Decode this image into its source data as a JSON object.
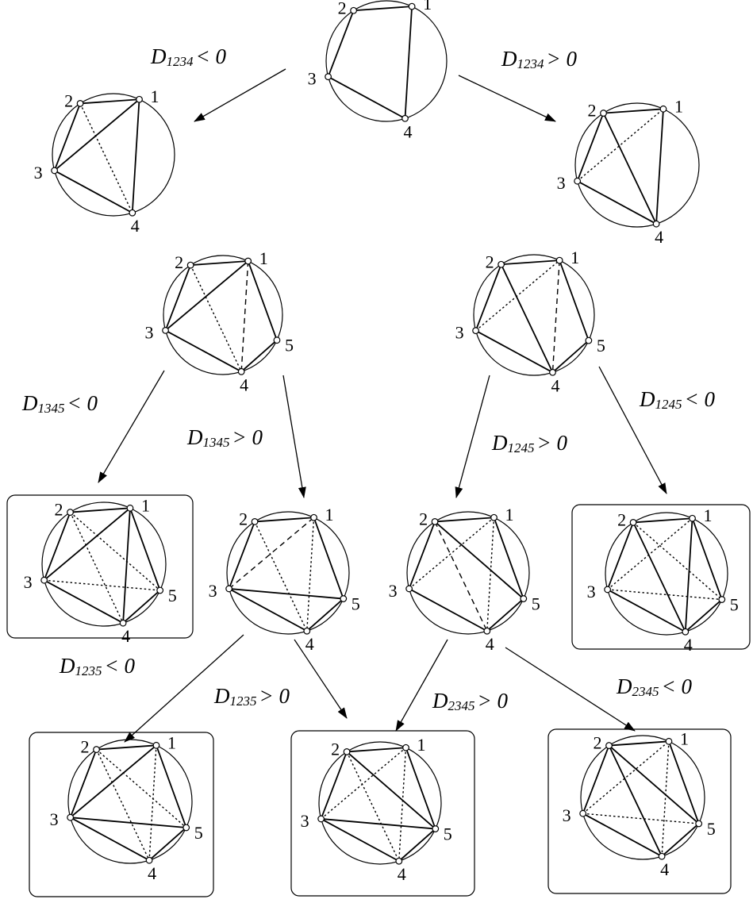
{
  "vertex_labels": {
    "1": "1",
    "2": "2",
    "3": "3",
    "4": "4",
    "5": "5"
  },
  "line_styles": [
    "solid",
    "dotted",
    "dashed"
  ],
  "nodes": [
    {
      "id": "root",
      "boxed": false,
      "vertices": [
        "1",
        "2",
        "3",
        "4"
      ],
      "edges": [
        [
          "2",
          "1",
          "solid"
        ],
        [
          "2",
          "3",
          "solid"
        ],
        [
          "1",
          "4",
          "solid"
        ],
        [
          "3",
          "4",
          "solid"
        ]
      ]
    },
    {
      "id": "left-4",
      "boxed": false,
      "vertices": [
        "1",
        "2",
        "3",
        "4"
      ],
      "edges": [
        [
          "2",
          "1",
          "solid"
        ],
        [
          "2",
          "3",
          "solid"
        ],
        [
          "1",
          "4",
          "solid"
        ],
        [
          "3",
          "4",
          "solid"
        ],
        [
          "3",
          "1",
          "solid"
        ],
        [
          "2",
          "4",
          "dotted"
        ]
      ]
    },
    {
      "id": "right-4",
      "boxed": false,
      "vertices": [
        "1",
        "2",
        "3",
        "4"
      ],
      "edges": [
        [
          "2",
          "1",
          "solid"
        ],
        [
          "2",
          "3",
          "solid"
        ],
        [
          "1",
          "4",
          "solid"
        ],
        [
          "3",
          "4",
          "solid"
        ],
        [
          "2",
          "4",
          "solid"
        ],
        [
          "3",
          "1",
          "dotted"
        ]
      ]
    },
    {
      "id": "mid-left-5",
      "boxed": false,
      "vertices": [
        "1",
        "2",
        "3",
        "4",
        "5"
      ],
      "edges": [
        [
          "2",
          "1",
          "solid"
        ],
        [
          "2",
          "3",
          "solid"
        ],
        [
          "3",
          "1",
          "solid"
        ],
        [
          "3",
          "4",
          "solid"
        ],
        [
          "1",
          "5",
          "solid"
        ],
        [
          "5",
          "4",
          "solid"
        ],
        [
          "2",
          "4",
          "dotted"
        ],
        [
          "1",
          "4",
          "dashed"
        ]
      ]
    },
    {
      "id": "mid-right-5",
      "boxed": false,
      "vertices": [
        "1",
        "2",
        "3",
        "4",
        "5"
      ],
      "edges": [
        [
          "2",
          "1",
          "solid"
        ],
        [
          "2",
          "3",
          "solid"
        ],
        [
          "2",
          "4",
          "solid"
        ],
        [
          "3",
          "4",
          "solid"
        ],
        [
          "1",
          "5",
          "solid"
        ],
        [
          "5",
          "4",
          "solid"
        ],
        [
          "3",
          "1",
          "dotted"
        ],
        [
          "1",
          "4",
          "dashed"
        ]
      ]
    },
    {
      "id": "row3-a",
      "boxed": true,
      "vertices": [
        "1",
        "2",
        "3",
        "4",
        "5"
      ],
      "edges": [
        [
          "2",
          "1",
          "solid"
        ],
        [
          "2",
          "3",
          "solid"
        ],
        [
          "3",
          "1",
          "solid"
        ],
        [
          "3",
          "4",
          "solid"
        ],
        [
          "1",
          "5",
          "solid"
        ],
        [
          "5",
          "4",
          "solid"
        ],
        [
          "1",
          "4",
          "solid"
        ],
        [
          "2",
          "4",
          "dotted"
        ],
        [
          "2",
          "5",
          "dotted"
        ],
        [
          "3",
          "5",
          "dotted"
        ]
      ]
    },
    {
      "id": "row3-b",
      "boxed": false,
      "vertices": [
        "1",
        "2",
        "3",
        "4",
        "5"
      ],
      "edges": [
        [
          "2",
          "1",
          "solid"
        ],
        [
          "2",
          "3",
          "solid"
        ],
        [
          "3",
          "4",
          "solid"
        ],
        [
          "3",
          "5",
          "solid"
        ],
        [
          "1",
          "5",
          "solid"
        ],
        [
          "5",
          "4",
          "solid"
        ],
        [
          "2",
          "4",
          "dotted"
        ],
        [
          "1",
          "4",
          "dotted"
        ],
        [
          "3",
          "1",
          "dashed"
        ]
      ]
    },
    {
      "id": "row3-c",
      "boxed": false,
      "vertices": [
        "1",
        "2",
        "3",
        "4",
        "5"
      ],
      "edges": [
        [
          "2",
          "1",
          "solid"
        ],
        [
          "2",
          "3",
          "solid"
        ],
        [
          "3",
          "4",
          "solid"
        ],
        [
          "2",
          "5",
          "solid"
        ],
        [
          "1",
          "5",
          "solid"
        ],
        [
          "5",
          "4",
          "solid"
        ],
        [
          "3",
          "1",
          "dotted"
        ],
        [
          "1",
          "4",
          "dotted"
        ],
        [
          "2",
          "4",
          "dashed"
        ]
      ]
    },
    {
      "id": "row3-d",
      "boxed": true,
      "vertices": [
        "1",
        "2",
        "3",
        "4",
        "5"
      ],
      "edges": [
        [
          "2",
          "1",
          "solid"
        ],
        [
          "2",
          "3",
          "solid"
        ],
        [
          "3",
          "4",
          "solid"
        ],
        [
          "2",
          "4",
          "solid"
        ],
        [
          "1",
          "5",
          "solid"
        ],
        [
          "5",
          "4",
          "solid"
        ],
        [
          "1",
          "4",
          "solid"
        ],
        [
          "3",
          "1",
          "dotted"
        ],
        [
          "3",
          "5",
          "dotted"
        ],
        [
          "2",
          "5",
          "dotted"
        ]
      ]
    },
    {
      "id": "row4-a",
      "boxed": true,
      "vertices": [
        "1",
        "2",
        "3",
        "4",
        "5"
      ],
      "edges": [
        [
          "2",
          "1",
          "solid"
        ],
        [
          "2",
          "3",
          "solid"
        ],
        [
          "3",
          "1",
          "solid"
        ],
        [
          "3",
          "4",
          "solid"
        ],
        [
          "3",
          "5",
          "solid"
        ],
        [
          "1",
          "5",
          "solid"
        ],
        [
          "5",
          "4",
          "solid"
        ],
        [
          "2",
          "4",
          "dotted"
        ],
        [
          "1",
          "4",
          "dotted"
        ],
        [
          "2",
          "5",
          "dotted"
        ]
      ]
    },
    {
      "id": "row4-b",
      "boxed": true,
      "vertices": [
        "1",
        "2",
        "3",
        "4",
        "5"
      ],
      "edges": [
        [
          "2",
          "1",
          "solid"
        ],
        [
          "2",
          "3",
          "solid"
        ],
        [
          "3",
          "4",
          "solid"
        ],
        [
          "3",
          "5",
          "solid"
        ],
        [
          "2",
          "5",
          "solid"
        ],
        [
          "1",
          "5",
          "solid"
        ],
        [
          "5",
          "4",
          "solid"
        ],
        [
          "2",
          "4",
          "dotted"
        ],
        [
          "1",
          "4",
          "dotted"
        ],
        [
          "3",
          "1",
          "dotted"
        ]
      ]
    },
    {
      "id": "row4-c",
      "boxed": true,
      "vertices": [
        "1",
        "2",
        "3",
        "4",
        "5"
      ],
      "edges": [
        [
          "2",
          "1",
          "solid"
        ],
        [
          "2",
          "3",
          "solid"
        ],
        [
          "3",
          "4",
          "solid"
        ],
        [
          "2",
          "4",
          "solid"
        ],
        [
          "2",
          "5",
          "solid"
        ],
        [
          "1",
          "5",
          "solid"
        ],
        [
          "5",
          "4",
          "solid"
        ],
        [
          "3",
          "1",
          "dotted"
        ],
        [
          "1",
          "4",
          "dotted"
        ],
        [
          "3",
          "5",
          "dotted"
        ]
      ]
    }
  ],
  "edges": [
    {
      "from": "root",
      "to": "left-4",
      "letter": "D",
      "subscript": "1234",
      "relation": "< 0"
    },
    {
      "from": "root",
      "to": "right-4",
      "letter": "D",
      "subscript": "1234",
      "relation": "> 0"
    },
    {
      "from": "mid-left-5",
      "to": "row3-a",
      "letter": "D",
      "subscript": "1345",
      "relation": "< 0"
    },
    {
      "from": "mid-left-5",
      "to": "row3-b",
      "letter": "D",
      "subscript": "1345",
      "relation": "> 0"
    },
    {
      "from": "mid-right-5",
      "to": "row3-c",
      "letter": "D",
      "subscript": "1245",
      "relation": "> 0"
    },
    {
      "from": "mid-right-5",
      "to": "row3-d",
      "letter": "D",
      "subscript": "1245",
      "relation": "< 0"
    },
    {
      "from": "row3-b",
      "to": "row4-a",
      "letter": "D",
      "subscript": "1235",
      "relation": "< 0"
    },
    {
      "from": "row3-b",
      "to": "row4-b",
      "letter": "D",
      "subscript": "1235",
      "relation": "> 0"
    },
    {
      "from": "row3-c",
      "to": "row4-b",
      "letter": "D",
      "subscript": "2345",
      "relation": "> 0"
    },
    {
      "from": "row3-c",
      "to": "row4-c",
      "letter": "D",
      "subscript": "2345",
      "relation": "< 0"
    }
  ]
}
